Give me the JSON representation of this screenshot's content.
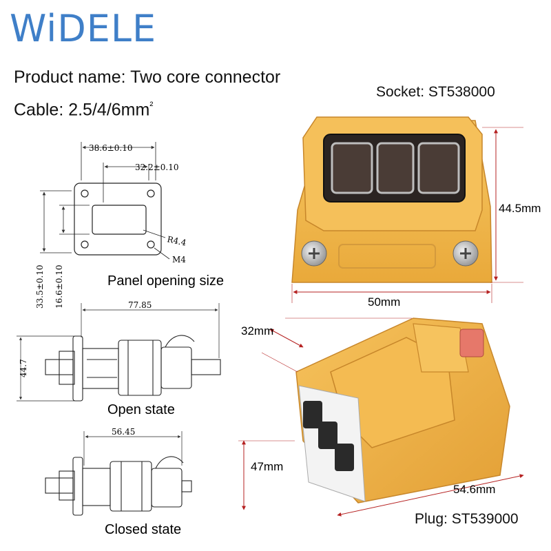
{
  "brand": {
    "name": "WiDELE",
    "color": "#3f7fc8"
  },
  "title": "Product name: Two core connector",
  "cable": {
    "prefix": "Cable: 2.5/4/6mm",
    "suffix": "²"
  },
  "socket_label": "Socket: ST538000",
  "plug_label": "Plug: ST539000",
  "panel": {
    "caption": "Panel opening size",
    "width_outer": "38.6±0.10",
    "width_inner": "32.2±0.10",
    "height_outer": "33.5±0.10",
    "height_inner": "16.6±0.10",
    "radius": "R4.4",
    "screw": "M4"
  },
  "open_state": {
    "caption": "Open state",
    "length": "77.85",
    "height": "44.7"
  },
  "closed_state": {
    "caption": "Closed state",
    "length": "56.45"
  },
  "socket_dims": {
    "height": "44.5mm",
    "width": "50mm"
  },
  "plug_dims": {
    "depth": "32mm",
    "height": "47mm",
    "width": "54.6mm"
  },
  "colors": {
    "housing": "#f2b94a",
    "dimension": "#b52020"
  }
}
